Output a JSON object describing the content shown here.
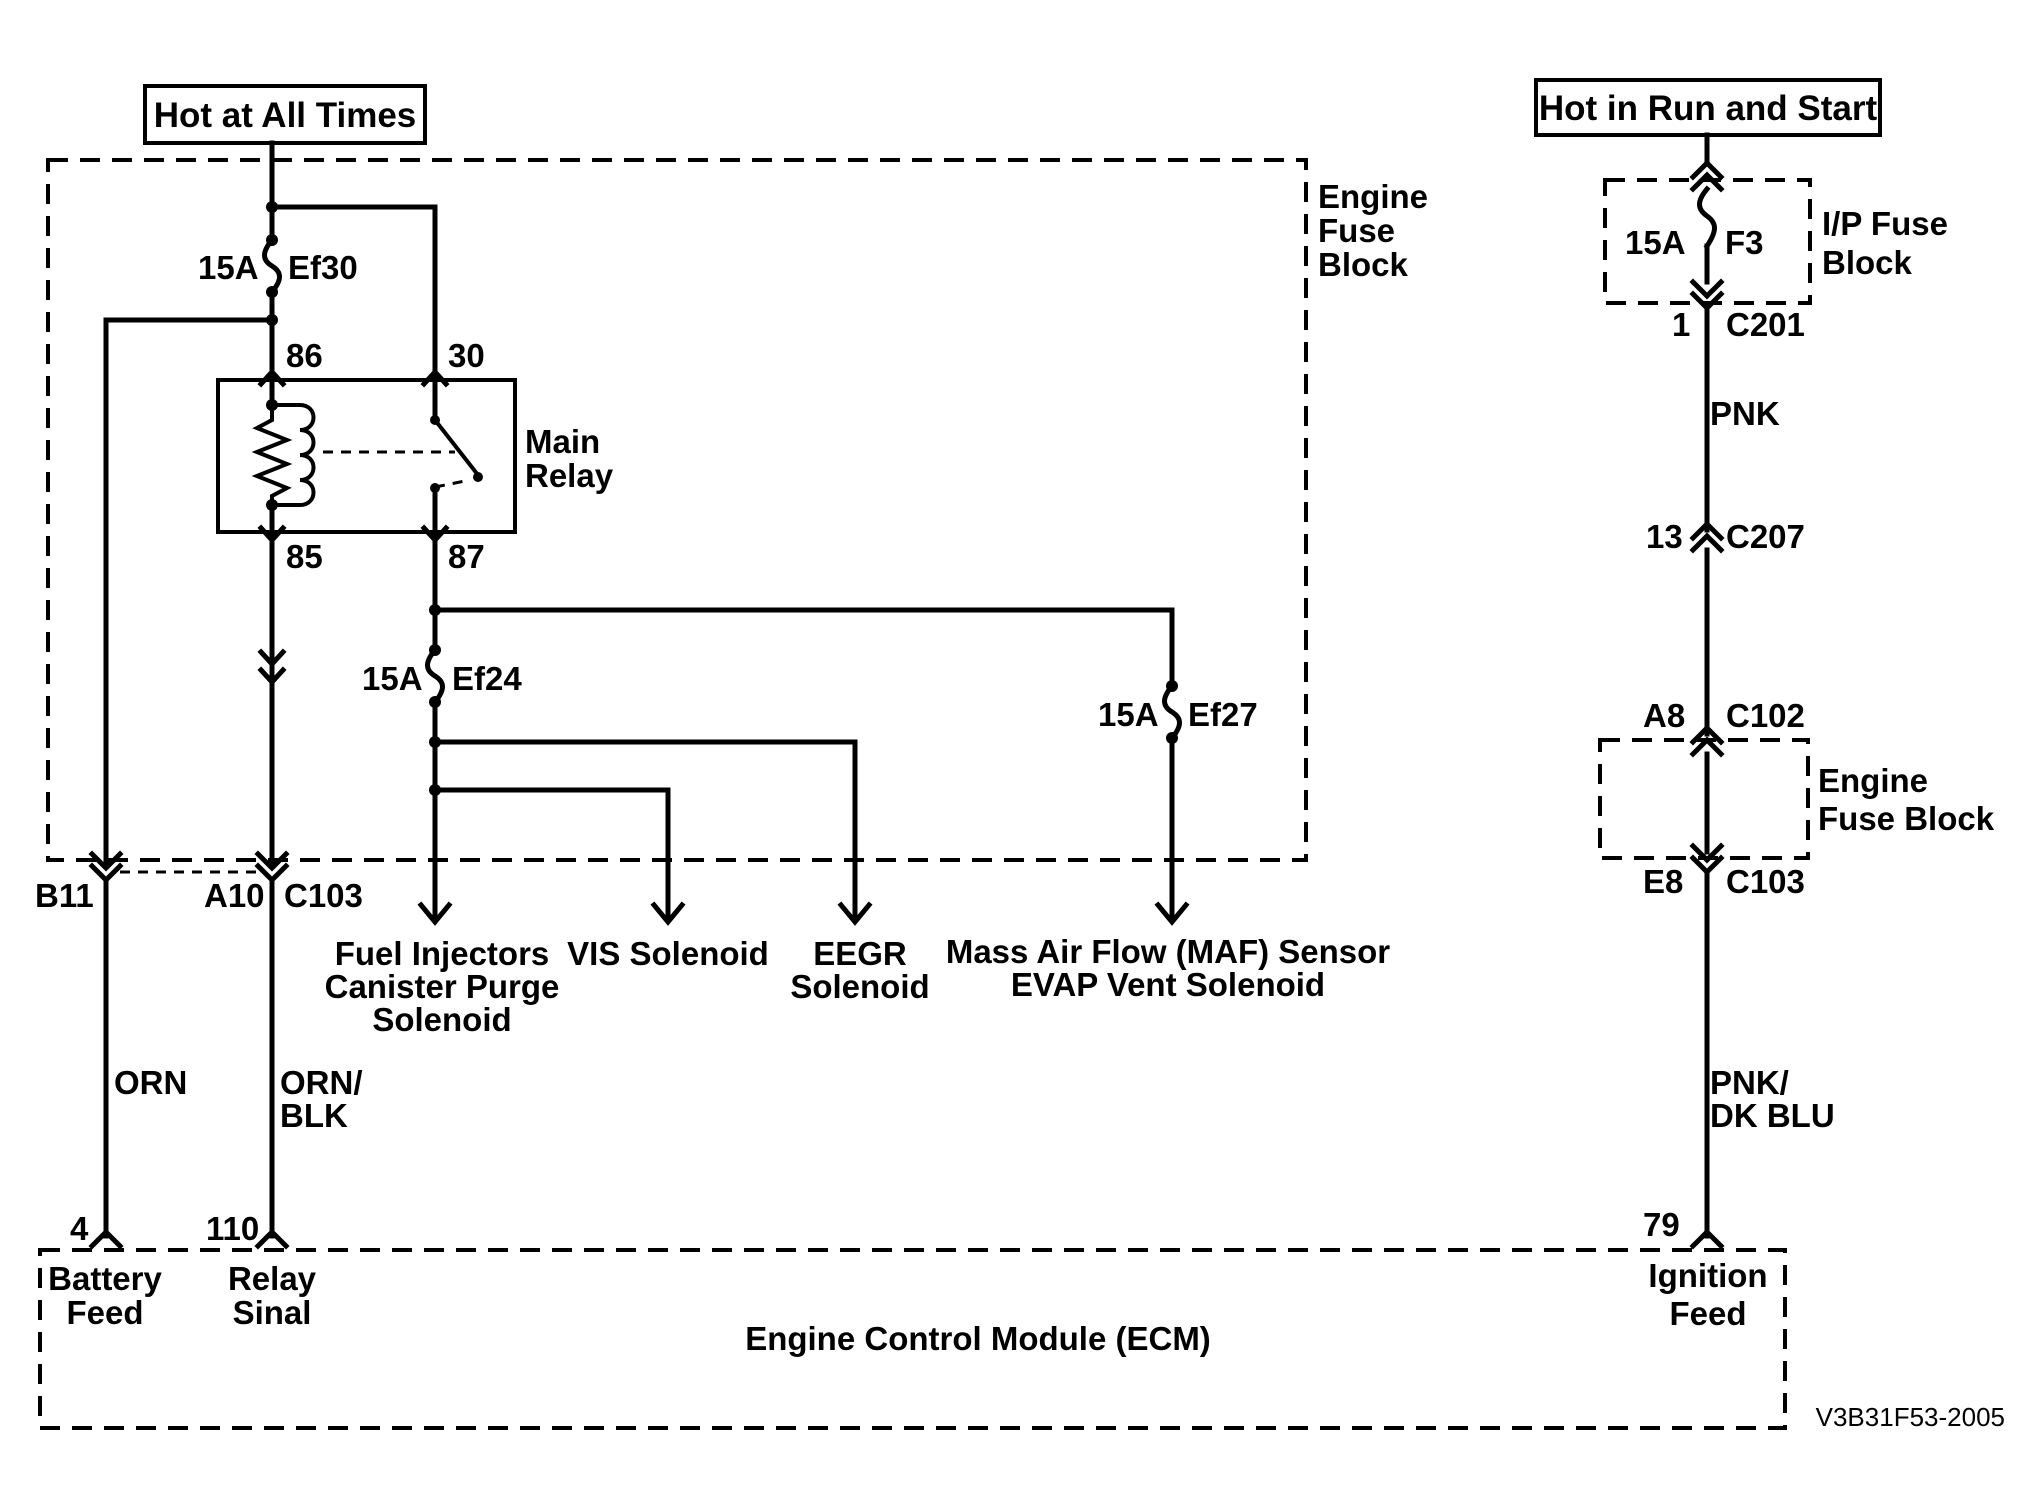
{
  "power": {
    "hot_all_times": "Hot at All Times",
    "hot_run_start": "Hot in Run and Start"
  },
  "engine_fuse_block": {
    "label_line1": "Engine",
    "label_line2": "Fuse",
    "label_line3": "Block"
  },
  "fuses": {
    "ef30_rating": "15A",
    "ef30_name": "Ef30",
    "ef24_rating": "15A",
    "ef24_name": "Ef24",
    "ef27_rating": "15A",
    "ef27_name": "Ef27",
    "f3_rating": "15A",
    "f3_name": "F3"
  },
  "relay": {
    "label_line1": "Main",
    "label_line2": "Relay",
    "pin86": "86",
    "pin30": "30",
    "pin85": "85",
    "pin87": "87"
  },
  "loads": {
    "fuel_line1": "Fuel Injectors",
    "fuel_line2": "Canister Purge",
    "fuel_line3": "Solenoid",
    "vis": "VIS Solenoid",
    "eegr_line1": "EEGR",
    "eegr_line2": "Solenoid",
    "maf_line1": "Mass Air Flow (MAF) Sensor",
    "maf_line2": "EVAP Vent Solenoid"
  },
  "connectors": {
    "b11": "B11",
    "a10": "A10",
    "c103_left": "C103",
    "c201_pin": "1",
    "c201": "C201",
    "c207_pin": "13",
    "c207": "C207",
    "c102_pin": "A8",
    "c102": "C102",
    "c103_pin": "E8",
    "c103_right": "C103"
  },
  "wires": {
    "orn": "ORN",
    "orn_blk_line1": "ORN/",
    "orn_blk_line2": "BLK",
    "pnk": "PNK",
    "pnk_dkblu_line1": "PNK/",
    "pnk_dkblu_line2": "DK BLU"
  },
  "ip_fuse_block": {
    "label_line1": "I/P Fuse",
    "label_line2": "Block"
  },
  "engine_fuse_block_right": {
    "label_line1": "Engine",
    "label_line2": "Fuse Block"
  },
  "ecm": {
    "title": "Engine Control Module (ECM)",
    "pin4": "4",
    "pin110": "110",
    "pin79": "79",
    "battery_line1": "Battery",
    "battery_line2": "Feed",
    "relay_line1": "Relay",
    "relay_line2": "Sinal",
    "ignition_line1": "Ignition",
    "ignition_line2": "Feed"
  },
  "figure_id": "V3B31F53-2005"
}
